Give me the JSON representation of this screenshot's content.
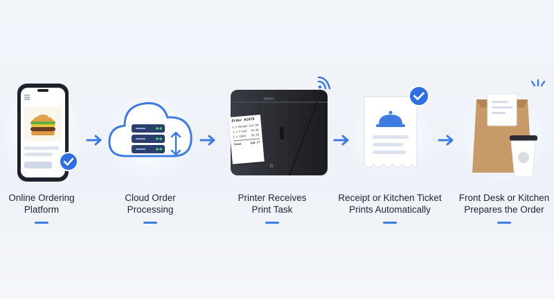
{
  "steps": [
    {
      "line1": "Online Ordering",
      "line2": "Platform"
    },
    {
      "line1": "Cloud Order",
      "line2": "Processing"
    },
    {
      "line1": "Printer Receives",
      "line2": "Print Task"
    },
    {
      "line1": "Receipt or Kitchen Ticket",
      "line2": "Prints Automatically"
    },
    {
      "line1": "Front Desk or Kitchen",
      "line2": "Prepares the Order"
    }
  ],
  "receipt": {
    "order": "Order #1078",
    "rows": [
      {
        "item": "1 x Burger",
        "price": "$12.99"
      },
      {
        "item": "1 x Fries",
        "price": "$3.49"
      },
      {
        "item": "1 x Coke",
        "price": "$2.29"
      }
    ],
    "total_label": "Total",
    "total": "$18.77"
  },
  "printer_brand": "HPRT",
  "colors": {
    "accent": "#3d7be0",
    "check": "#2f6fe0"
  }
}
